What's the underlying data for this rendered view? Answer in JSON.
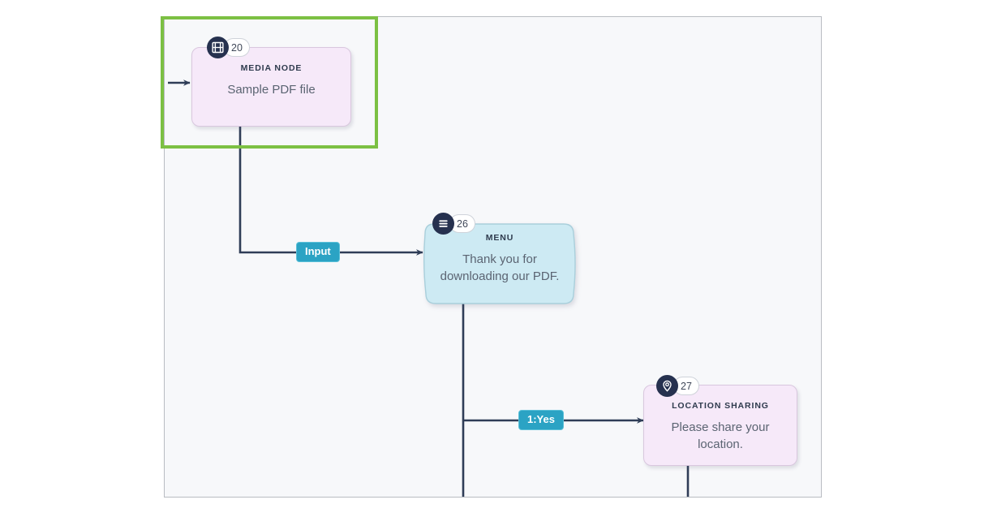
{
  "canvas": {
    "background_color": "#f7f8fa",
    "border_color": "#b9bcc2"
  },
  "selection": {
    "color": "#7cc043",
    "selected_node_id": "20"
  },
  "nodes": [
    {
      "id": "20",
      "number": "20",
      "type_label": "MEDIA NODE",
      "text": "Sample PDF file",
      "icon": "film-strip-icon",
      "shape": "rounded-rect",
      "fill": "#f6e9f9"
    },
    {
      "id": "26",
      "number": "26",
      "type_label": "MENU",
      "text": "Thank you for downloading our PDF.",
      "icon": "hamburger-menu-icon",
      "shape": "wavy-bubble",
      "fill": "#cdeaf3"
    },
    {
      "id": "27",
      "number": "27",
      "type_label": "LOCATION SHARING",
      "text": "Please share your location.",
      "icon": "location-pin-icon",
      "shape": "rounded-rect",
      "fill": "#f6e9f9"
    }
  ],
  "edges": [
    {
      "id": "e-in-20",
      "label": "",
      "from": "entry",
      "to": "20"
    },
    {
      "id": "e-20-26",
      "label": "Input",
      "from": "20",
      "to": "26"
    },
    {
      "id": "e-26-27",
      "label": "1:Yes",
      "from": "26",
      "to": "27"
    }
  ],
  "edge_labels": {
    "input": "Input",
    "yes": "1:Yes"
  },
  "colors": {
    "connector": "#2f3d57",
    "edge_label_bg": "#2ba3c4",
    "node_icon_bg": "#26314f",
    "media_fill": "#f6e9f9",
    "menu_fill": "#cdeaf3",
    "selection_green": "#7cc043"
  }
}
